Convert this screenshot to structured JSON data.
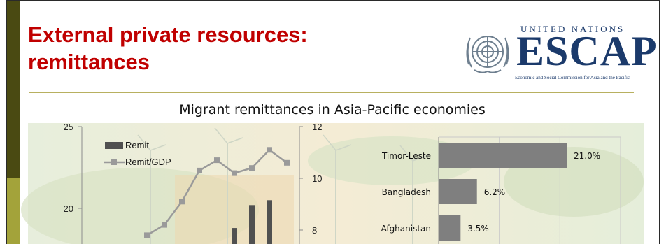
{
  "slide": {
    "title_line1": "External private resources:",
    "title_line2": "remittances",
    "title_color": "#c00000",
    "accent_color": "#b8b060"
  },
  "logo": {
    "top_text": "UNITED NATIONS",
    "main_text": "ESCAP",
    "sub_text": "Economic and Social Commission for Asia and the Pacific",
    "emblem": "un-emblem-icon",
    "color": "#1b3a6b"
  },
  "chart_data": [
    {
      "type": "bar",
      "title": "Migrant remittances in Asia-Pacific economies",
      "legend_position": "top-left",
      "primary_axis": {
        "ticks": [
          20,
          25
        ],
        "range": [
          15,
          25
        ]
      },
      "secondary_axis": {
        "ticks": [
          8,
          10,
          12
        ],
        "range": [
          6,
          12
        ]
      },
      "series": [
        {
          "name": "Remit",
          "type": "bar",
          "axis": "primary",
          "color": "#505050",
          "points": [
            {
              "slot": 9,
              "value": 18.8
            },
            {
              "slot": 10,
              "value": 20.2
            },
            {
              "slot": 11,
              "value": 20.5
            }
          ]
        },
        {
          "name": "Remit/GDP",
          "type": "line",
          "axis": "secondary",
          "color": "#9a9a9a",
          "points": [
            {
              "slot": 4,
              "value": 7.8
            },
            {
              "slot": 5,
              "value": 8.2
            },
            {
              "slot": 6,
              "value": 9.1
            },
            {
              "slot": 7,
              "value": 10.3
            },
            {
              "slot": 8,
              "value": 10.7
            },
            {
              "slot": 9,
              "value": 10.2
            },
            {
              "slot": 10,
              "value": 10.4
            },
            {
              "slot": 11,
              "value": 11.1
            },
            {
              "slot": 12,
              "value": 10.6
            }
          ]
        }
      ]
    },
    {
      "type": "bar",
      "orientation": "horizontal",
      "grid": true,
      "xlim": [
        0,
        30
      ],
      "categories": [
        "Timor-Leste",
        "Bangladesh",
        "Afghanistan"
      ],
      "values": [
        21.0,
        6.2,
        3.5
      ],
      "value_labels": [
        "21.0%",
        "6.2%",
        "3.5%"
      ],
      "color": "#7f7f7f"
    }
  ]
}
